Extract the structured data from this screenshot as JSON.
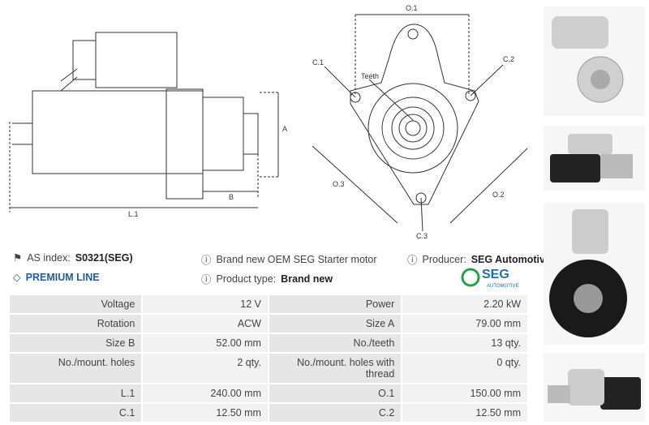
{
  "drawing_labels": {
    "o1": "O.1",
    "c1": "C.1",
    "c2": "C.2",
    "c3": "C.3",
    "o2": "O.2",
    "o3": "O.3",
    "teeth": "Teeth",
    "a": "A",
    "b": "B",
    "l1": "L.1"
  },
  "info": {
    "as_index_label": "AS index:",
    "as_index_value": "S0321(SEG)",
    "description": "Brand new OEM SEG Starter motor",
    "producer_label": "Producer:",
    "producer_value": "SEG Automotive",
    "premium": "PREMIUM LINE",
    "product_type_label": "Product type:",
    "product_type_value": "Brand new"
  },
  "logo": {
    "brand": "SEG",
    "sub": "AUTOMOTIVE",
    "color": "#1f6fb2",
    "accent": "#27a04a"
  },
  "specs": [
    [
      "Voltage",
      "12 V",
      "Power",
      "2.20 kW"
    ],
    [
      "Rotation",
      "ACW",
      "Size A",
      "79.00 mm"
    ],
    [
      "Size B",
      "52.00 mm",
      "No./teeth",
      "13 qty."
    ],
    [
      "No./mount. holes",
      "2 qty.",
      "No./mount. holes with thread",
      "0 qty."
    ],
    [
      "L.1",
      "240.00 mm",
      "O.1",
      "150.00 mm"
    ],
    [
      "C.1",
      "12.50 mm",
      "C.2",
      "12.50 mm"
    ]
  ]
}
